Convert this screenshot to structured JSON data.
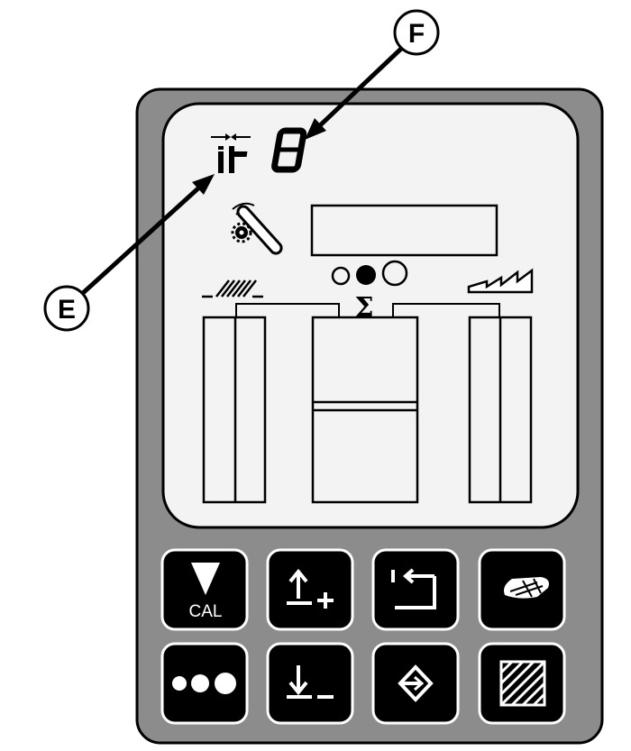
{
  "callouts": {
    "e_label": "E",
    "f_label": "F"
  },
  "display": {
    "digit_readout": "-8",
    "center_symbol": "Σ"
  },
  "keypad": {
    "cal_label": "CAL"
  },
  "colors": {
    "housing": "#8c8c8c",
    "screen": "#f3f3f3",
    "key": "#000000",
    "ink": "#000000"
  }
}
